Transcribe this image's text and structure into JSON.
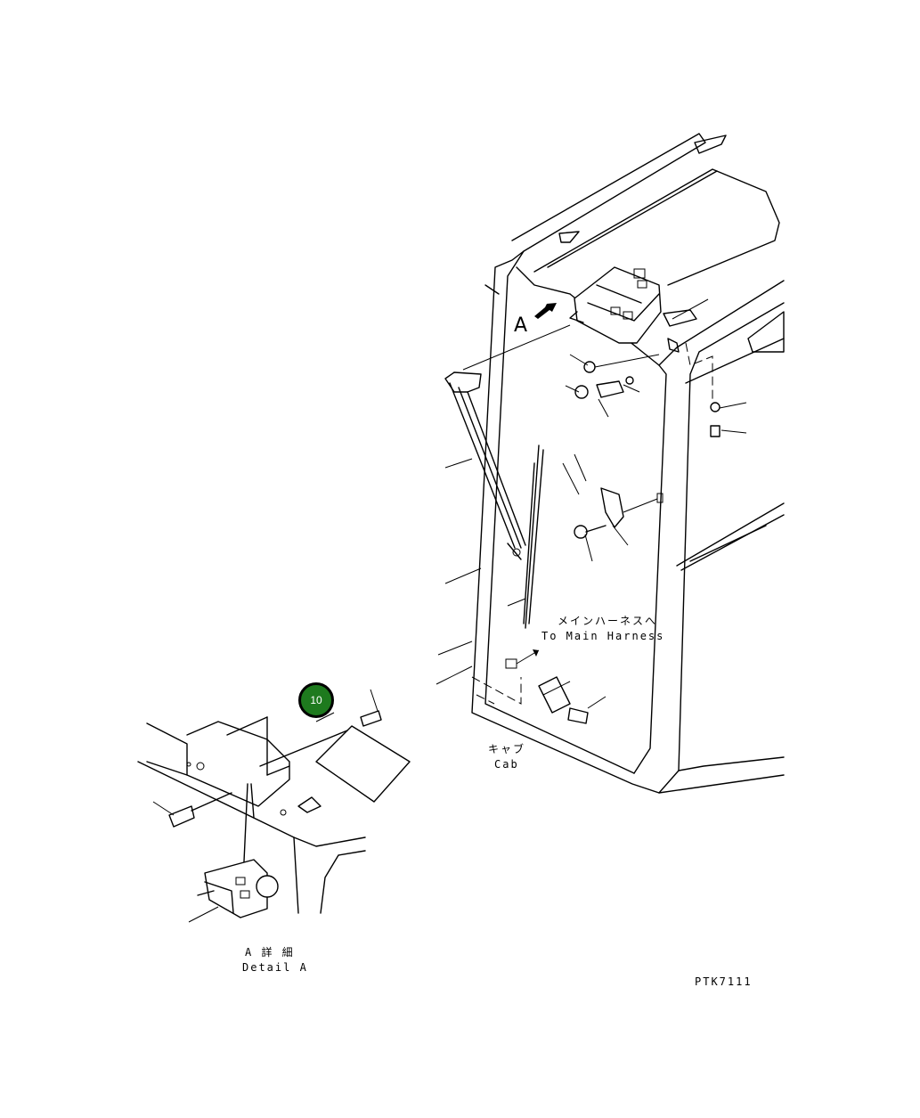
{
  "labels": {
    "view_a": "A",
    "harness_jp": "メインハーネスへ",
    "harness_en": "To Main Harness",
    "cab_jp": "キャブ",
    "cab_en": "Cab",
    "detail_jp": "A 詳 細",
    "detail_en": "Detail A",
    "drawing_code": "PTK7111"
  },
  "callout": {
    "number": "10",
    "fill_color": "#1e7a1e"
  },
  "colors": {
    "line": "#000000",
    "background": "#ffffff"
  }
}
